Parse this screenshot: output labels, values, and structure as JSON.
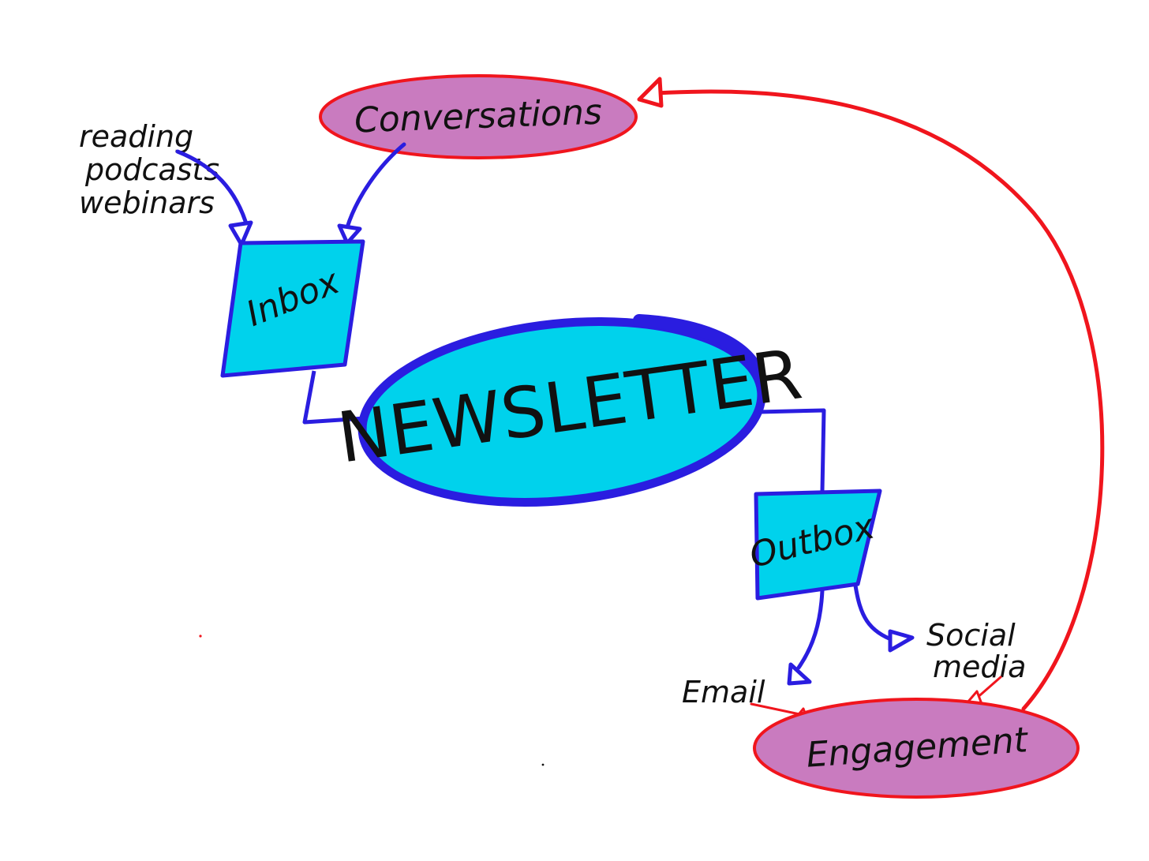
{
  "colors": {
    "blue_stroke": "#2a1de0",
    "red_stroke": "#f0151d",
    "cyan_fill": "#00d2ec",
    "purple_fill": "#c97bbf",
    "ink": "#111111",
    "background": "#ffffff"
  },
  "nodes": {
    "newsletter": "NEWSLETTER",
    "inbox": "Inbox",
    "outbox": "Outbox",
    "conversations": "Conversations",
    "engagement": "Engagement"
  },
  "sources": {
    "reading": "reading",
    "podcasts": "podcasts",
    "webinars": "webinars"
  },
  "channels": {
    "email": "Email",
    "social_line1": "Social",
    "social_line2": "media"
  }
}
